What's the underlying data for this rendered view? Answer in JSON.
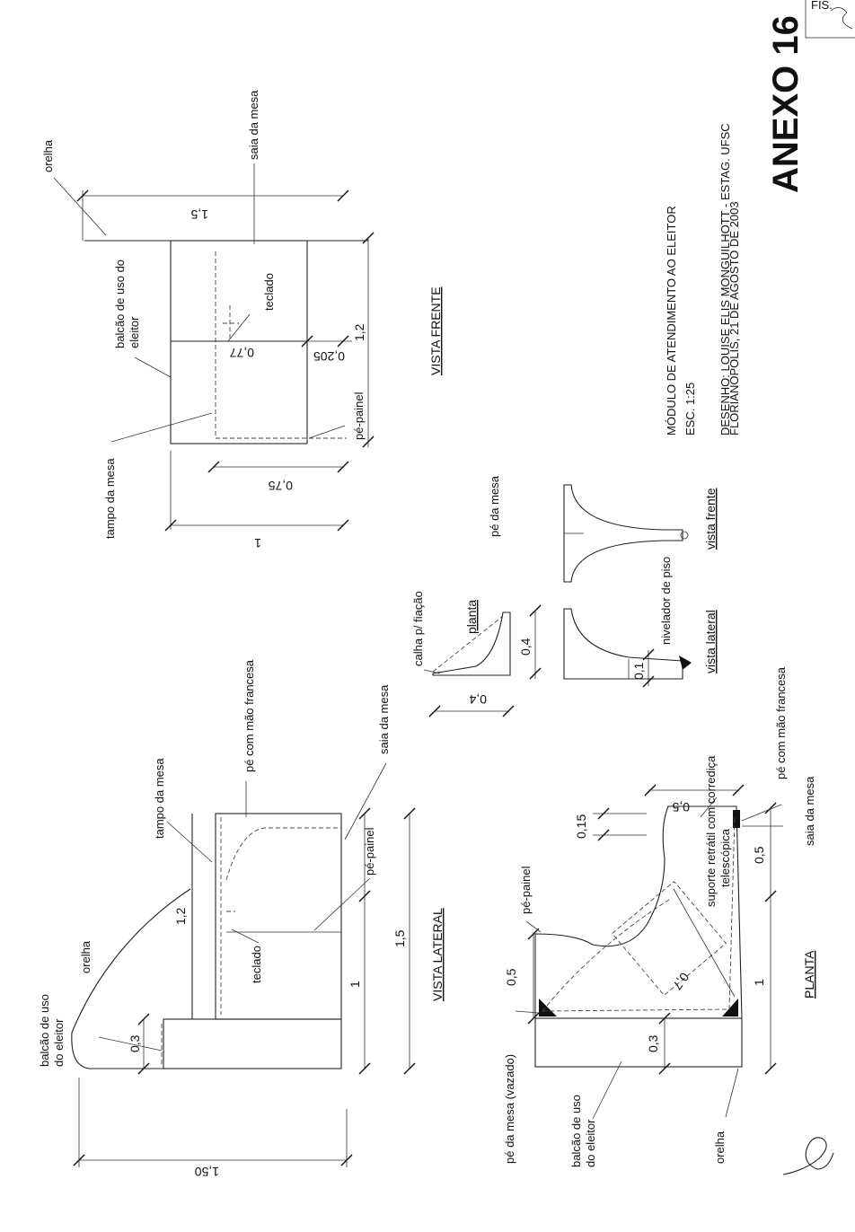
{
  "annex_label": "ANEXO 16",
  "stamp_label": "FIS.",
  "title": {
    "line1": "MÓDULO DE ATENDIMENTO AO ELEITOR",
    "line2": "ESC. 1:25",
    "credit1": "DESENHO: LOUISE ELIS MONGUILHOTT - ESTAG. UFSC",
    "credit2": "FLORIANÓPOLIS, 21 DE AGOSTO DE 2003"
  },
  "vista_frente": {
    "title": "VISTA FRENTE",
    "labels": {
      "orelha": "orelha",
      "saia": "saia da mesa",
      "balcao": "balcão de uso do",
      "balcao2": "eleitor",
      "teclado": "teclado",
      "tampo": "tampo da mesa",
      "pe_painel": "pé-painel"
    },
    "dims": {
      "d15": "1,5",
      "d077": "0,77",
      "d0205": "0,205",
      "d12": "1,2",
      "d075": "0,75",
      "d1": "1"
    }
  },
  "vista_lateral": {
    "title": "VISTA LATERAL",
    "labels": {
      "balcao": "balcão de uso",
      "balcao2": "do eleitor",
      "orelha": "orelha",
      "tampo": "tampo da mesa",
      "pe_mao": "pé com mão francesa",
      "saia": "saia da mesa",
      "pe_painel": "pé-painel",
      "teclado": "teclado"
    },
    "dims": {
      "d150": "1,50",
      "d03": "0,3",
      "d12": "1,2",
      "d1": "1",
      "d15": "1,5"
    }
  },
  "pe_da_mesa": {
    "title": "pé da mesa",
    "planta": "planta",
    "vista_lateral": "vista lateral",
    "vista_frente": "vista frente",
    "calha": "calha p/ fiação",
    "nivelador": "nivelador de piso",
    "dims": {
      "d04a": "0,4",
      "d04b": "0,4",
      "d01": "0,1"
    }
  },
  "planta": {
    "title": "PLANTA",
    "labels": {
      "pe_vazado": "pé da mesa (vazado)",
      "balcao": "balcão de uso",
      "balcao2": "do eleitor",
      "orelha": "orelha",
      "pe_painel": "pé-painel",
      "suporte": "suporte retrátil com corrediça",
      "suporte2": "telescópica",
      "pe_mao": "pé com mão francesa",
      "saia": "saia da mesa"
    },
    "dims": {
      "d05a": "0,5",
      "d03": "0,3",
      "d07": "0,7",
      "d015": "0,15",
      "d05b": "0,5",
      "d05c": "0,5",
      "d1": "1"
    }
  }
}
